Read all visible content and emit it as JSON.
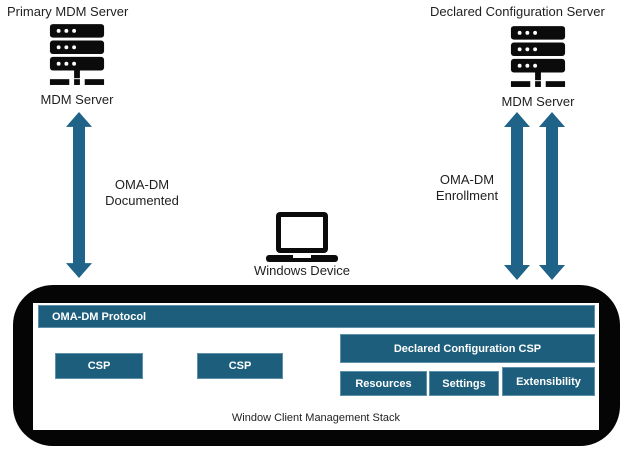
{
  "colors": {
    "accent_teal": "#1d5e7d",
    "arrow_teal": "#1f6388",
    "frame_black": "#050505",
    "text": "#1f1f1f"
  },
  "servers": {
    "primary": {
      "title": "Primary MDM Server",
      "caption": "MDM Server"
    },
    "declared": {
      "title": "Declared Configuration Server",
      "caption": "MDM Server"
    }
  },
  "connections": {
    "documented": {
      "line1": "OMA-DM",
      "line2": "Documented"
    },
    "enrollment": {
      "line1": "OMA-DM",
      "line2": "Enrollment"
    }
  },
  "device": {
    "label": "Windows Device"
  },
  "stack": {
    "protocol_bar": "OMA-DM Protocol",
    "csp_left": "CSP",
    "csp_middle": "CSP",
    "declared_csp": "Declared Configuration CSP",
    "sub_boxes": [
      "Resources",
      "Settings",
      "Extensibility"
    ],
    "caption": "Window Client Management Stack"
  },
  "icons": {
    "server": "server-stack-icon",
    "device": "laptop-icon",
    "connection": "double-headed-arrow-icon"
  }
}
